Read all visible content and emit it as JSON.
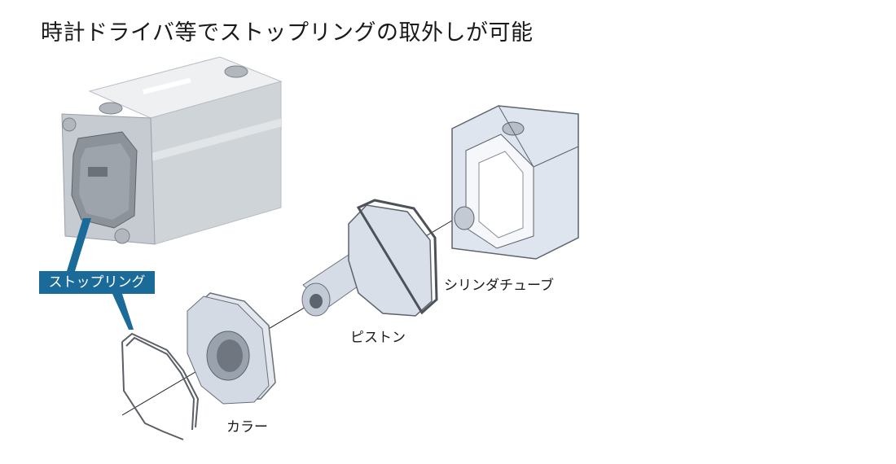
{
  "title": "時計ドライバ等でストップリングの取外しが可能",
  "callout": {
    "label": "ストップリング"
  },
  "parts": {
    "tube": "シリンダチューブ",
    "piston": "ピストン",
    "collar": "カラー"
  },
  "colors": {
    "callout_bg": "#1a6a9a",
    "part_fill": "#d8dfe9",
    "body_fill": "#dcdfe3"
  }
}
